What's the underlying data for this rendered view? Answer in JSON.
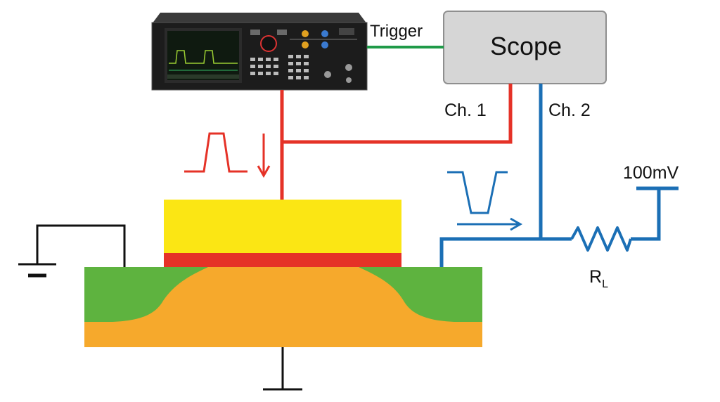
{
  "labels": {
    "trigger": "Trigger",
    "scope": "Scope",
    "ch1": "Ch. 1",
    "ch2": "Ch. 2",
    "voltage": "100mV",
    "resistor_main": "R",
    "resistor_sub": "L"
  },
  "colors": {
    "red_line": "#e53227",
    "blue_line": "#1b6fb5",
    "green_line": "#1f9a48",
    "gate_yellow": "#fbe614",
    "oxide_red": "#e53227",
    "substrate_orange": "#f6a92c",
    "diffusion_green": "#5eb33f",
    "scope_fill": "#d6d6d6",
    "ground_black": "#111111"
  },
  "icons": {
    "generator": "pulse-generator-instrument",
    "ground": "ground-symbol",
    "resistor": "resistor-symbol",
    "pulse_in": "positive-pulse-waveform",
    "pulse_out": "negative-pulse-waveform"
  }
}
